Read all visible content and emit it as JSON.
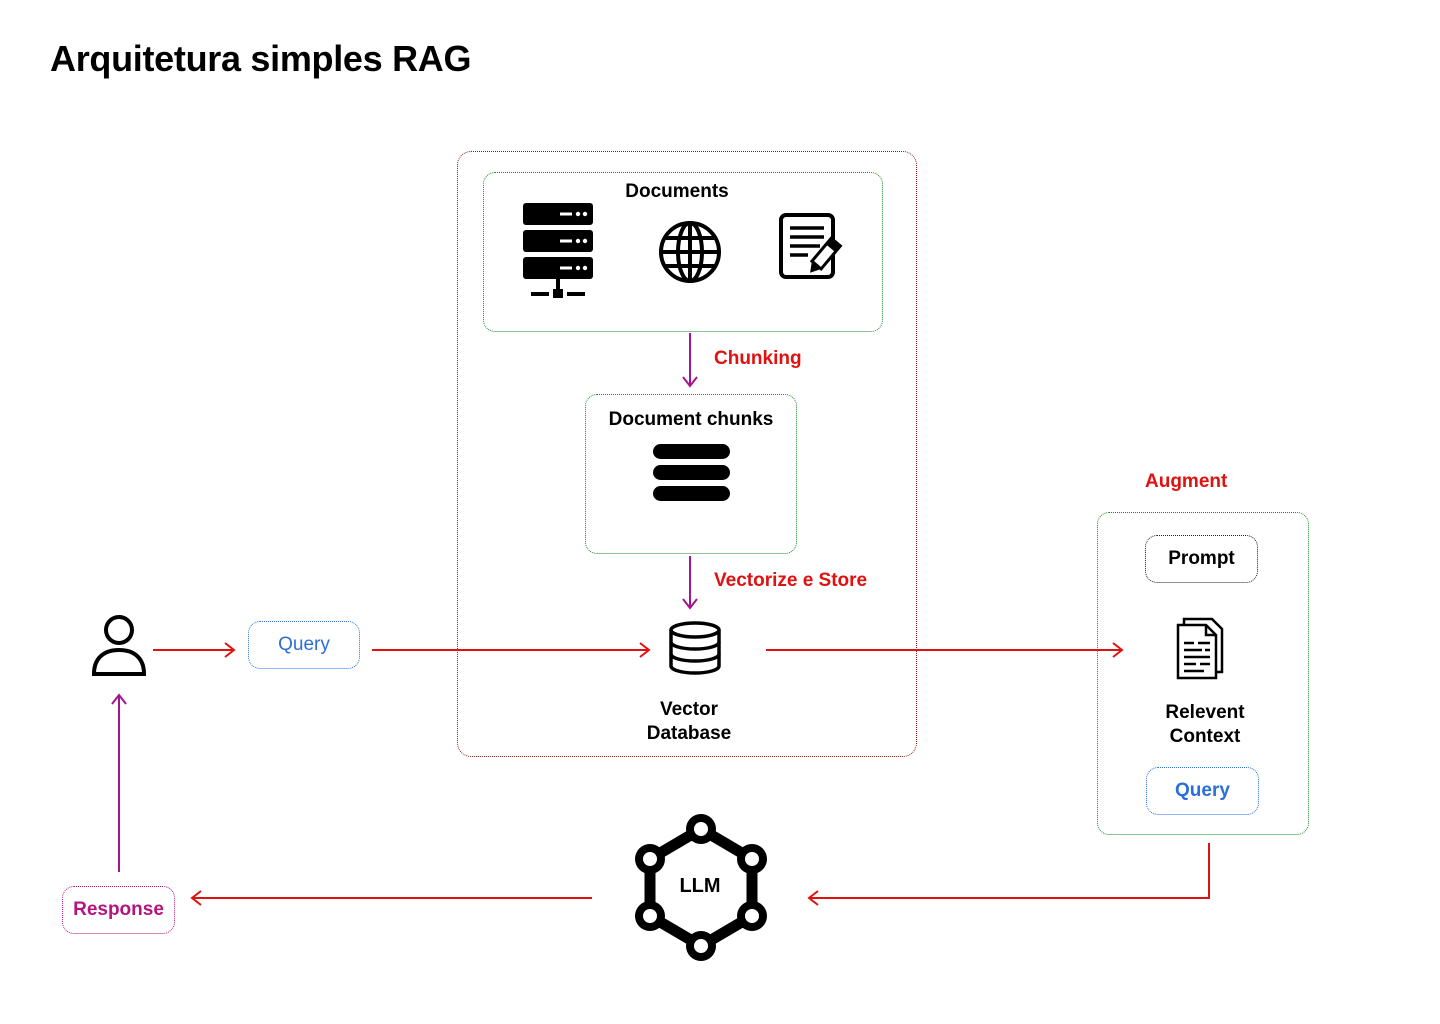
{
  "title": "Arquitetura simples RAG",
  "documents": {
    "label": "Documents",
    "icons": [
      "server-icon",
      "globe-icon",
      "document-edit-icon"
    ]
  },
  "steps": {
    "chunking": "Chunking",
    "vectorize": "Vectorize e Store",
    "augment": "Augment"
  },
  "chunks": {
    "label": "Document chunks",
    "icon": "stack-icon"
  },
  "vector_db": {
    "line1": "Vector",
    "line2": "Database",
    "icon": "database-icon"
  },
  "user": {
    "icon": "user-icon"
  },
  "query_left": "Query",
  "augment_box": {
    "prompt": "Prompt",
    "context_line1": "Relevent",
    "context_line2": "Context",
    "context_icon": "documents-icon",
    "query": "Query"
  },
  "llm": {
    "label": "LLM",
    "icon": "llm-network-icon"
  },
  "response": "Response",
  "colors": {
    "arrow_red": "#e0110f",
    "arrow_purple": "#a3158f",
    "query_blue": "#2b6fd8",
    "response_pink": "#b5147f",
    "outer_border": "#8b1a1a",
    "inner_border": "#1a8a2a"
  }
}
